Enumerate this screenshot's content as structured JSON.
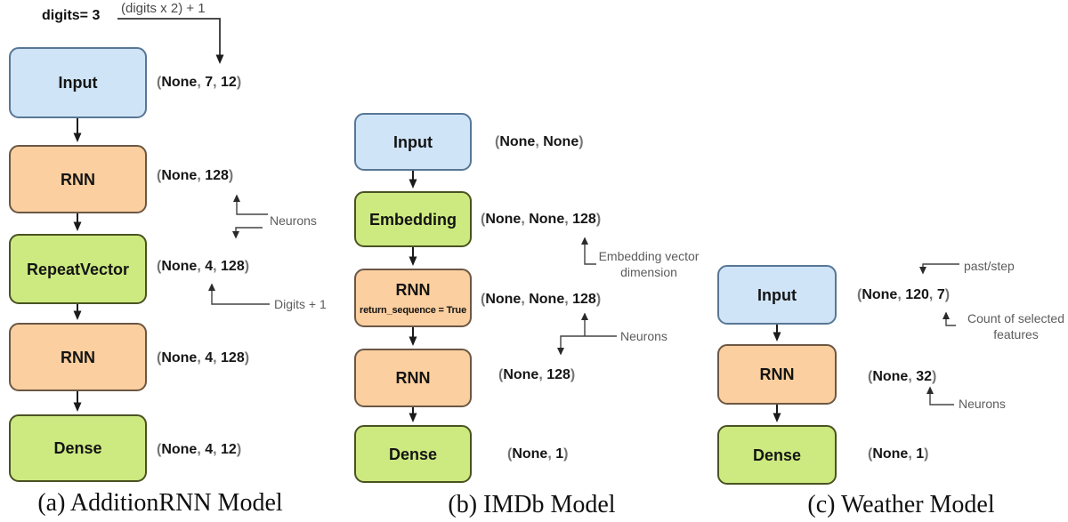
{
  "figure": {
    "models": {
      "addition": {
        "caption": "(a) AdditionRNN Model",
        "digits_label": "digits= 3",
        "digits_formula": "(digits x 2) + 1",
        "layers": {
          "input": {
            "label": "Input",
            "shape": "(None, 7, 12)"
          },
          "rnn1": {
            "label": "RNN",
            "shape": "(None, 128)"
          },
          "repeat": {
            "label": "RepeatVector",
            "shape": "(None, 4, 128)"
          },
          "rnn2": {
            "label": "RNN",
            "shape": "(None, 4, 128)"
          },
          "dense": {
            "label": "Dense",
            "shape": "(None, 4, 12)"
          }
        },
        "annotations": {
          "neurons": "Neurons",
          "digits_plus_one": "Digits + 1"
        }
      },
      "imdb": {
        "caption": "(b) IMDb Model",
        "layers": {
          "input": {
            "label": "Input",
            "shape": "(None, None)"
          },
          "embedding": {
            "label": "Embedding",
            "shape": "(None, None, 128)"
          },
          "rnn1": {
            "label": "RNN",
            "sublabel": "return_sequence = True",
            "shape": "(None, None, 128)"
          },
          "rnn2": {
            "label": "RNN",
            "shape": "(None, 128)"
          },
          "dense": {
            "label": "Dense",
            "shape": "(None, 1)"
          }
        },
        "annotations": {
          "embedding_dim_line1": "Embedding vector",
          "embedding_dim_line2": "dimension",
          "neurons": "Neurons"
        }
      },
      "weather": {
        "caption": "(c) Weather Model",
        "layers": {
          "input": {
            "label": "Input",
            "shape": "(None, 120, 7)"
          },
          "rnn": {
            "label": "RNN",
            "shape": "(None, 32)"
          },
          "dense": {
            "label": "Dense",
            "shape": "(None, 1)"
          }
        },
        "annotations": {
          "past_step": "past/step",
          "count_line1": "Count of selected",
          "count_line2": "features",
          "neurons": "Neurons"
        }
      }
    },
    "colors": {
      "input_fill": "#cfe4f7",
      "input_stroke": "#587795",
      "rnn_fill": "#fbcf9f",
      "rnn_stroke": "#6b5744",
      "green_fill": "#cdea80",
      "green_stroke": "#4a5222",
      "connector": "#1b1b1b",
      "annotation_line": "#434343",
      "annotation_text": "#5c5c5c",
      "shape_value": "#161616",
      "shape_punct": "#757575"
    }
  }
}
